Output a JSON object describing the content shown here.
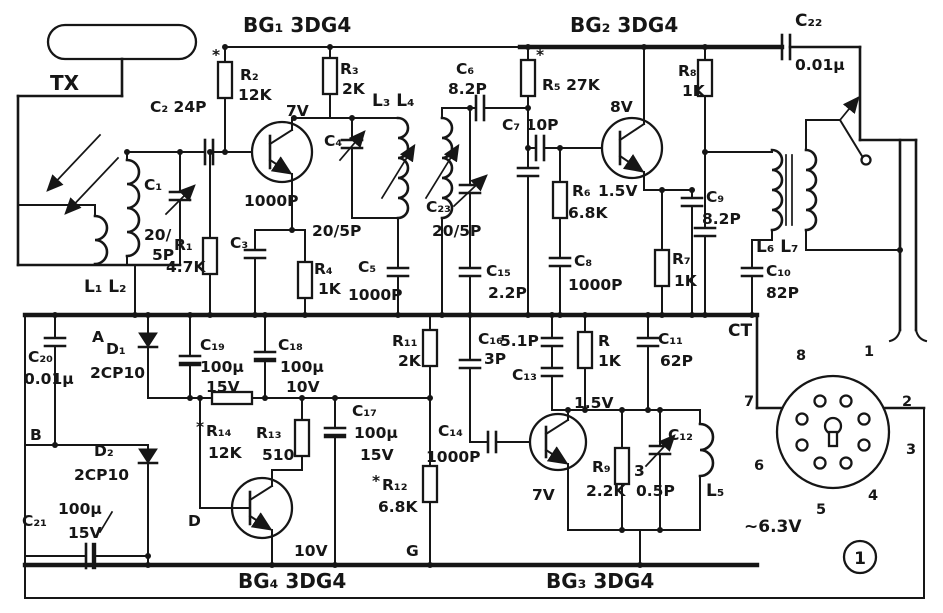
{
  "figure": {
    "number": "1"
  },
  "labels": {
    "tx": "TX",
    "bg1": "BG₁ 3DG4",
    "bg2": "BG₂ 3DG4",
    "bg3": "BG₃ 3DG4",
    "bg4": "BG₄ 3DG4",
    "c1": "C₁",
    "c1_val1": "20/",
    "c1_val2": "5P",
    "c2": "C₂ 24P",
    "c3": "C₃",
    "c3_val": "1000P",
    "c4": "C₄",
    "c4_val": "20/5P",
    "c5": "C₅",
    "c5_val": "1000P",
    "c6": "C₆",
    "c6_val": "8.2P",
    "c7": "C₇ 10P",
    "c8": "C₈",
    "c8_val": "1000P",
    "c9": "C₉",
    "c9_val": "8.2P",
    "c10": "C₁₀",
    "c10_val": "82P",
    "c11": "C₁₁",
    "c11_val": "62P",
    "c12": "C₁₂",
    "c12_val1": "3",
    "c12_val2": "0.5P",
    "c13": "C₁₃",
    "c13_val": "5.1P",
    "c14": "C₁₄",
    "c14_val": "1000P",
    "c15": "C₁₅",
    "c15_val": "2.2P",
    "c16": "C₁₆",
    "c16_val": "3P",
    "c17": "C₁₇",
    "c17_val1": "100µ",
    "c17_val2": "15V",
    "c18": "C₁₈",
    "c18_val1": "100µ",
    "c18_val2": "10V",
    "c19": "C₁₉",
    "c19_val1": "100µ",
    "c19_val2": "15V",
    "c20": "C₂₀",
    "c20_val": "0.01µ",
    "c21": "C₂₁",
    "c21_val1": "100µ",
    "c21_val2": "15V",
    "c22": "C₂₂",
    "c22_val": "0.01µ",
    "c23": "C₂₃",
    "c23_val": "20/5P",
    "r1": "R₁",
    "r1_val": "4.7K",
    "r2": "R₂",
    "r2_val": "12K",
    "r3": "R₃",
    "r3_val": "2K",
    "r4": "R₄",
    "r4_val": "1K",
    "r5": "R₅ 27K",
    "r6": "R₆",
    "r6_val": "6.8K",
    "r7": "R₇",
    "r7_val": "1K",
    "r8": "R₈",
    "r8_val": "1K",
    "r9": "R₉",
    "r9_val": "2.2K",
    "r10": "R",
    "r10_val": "1K",
    "r11": "R₁₁",
    "r11_val": "2K",
    "r12": "R₁₂",
    "r12_val": "6.8K",
    "r13": "R₁₃",
    "r13_val": "510",
    "r14": "R₁₄",
    "r14_val": "12K",
    "l12": "L₁ L₂",
    "l34": "L₃ L₄",
    "l5": "L₅",
    "l67": "L₆ L₇",
    "d1": "D₁",
    "d1_val": "2CP10",
    "d2": "D₂",
    "d2_val": "2CP10",
    "node_a": "A",
    "node_b": "B",
    "node_d": "D",
    "node_g": "G",
    "ct": "CT",
    "v7a": "7V",
    "v8": "8V",
    "v15a": "1.5V",
    "v15b": "1.5V",
    "v7b": "7V",
    "v10": "10V",
    "v63": "~6.3V",
    "pin1": "1",
    "pin2": "2",
    "pin3": "3",
    "pin4": "4",
    "pin5": "5",
    "pin6": "6",
    "pin7": "7",
    "pin8": "8",
    "star": "*"
  }
}
